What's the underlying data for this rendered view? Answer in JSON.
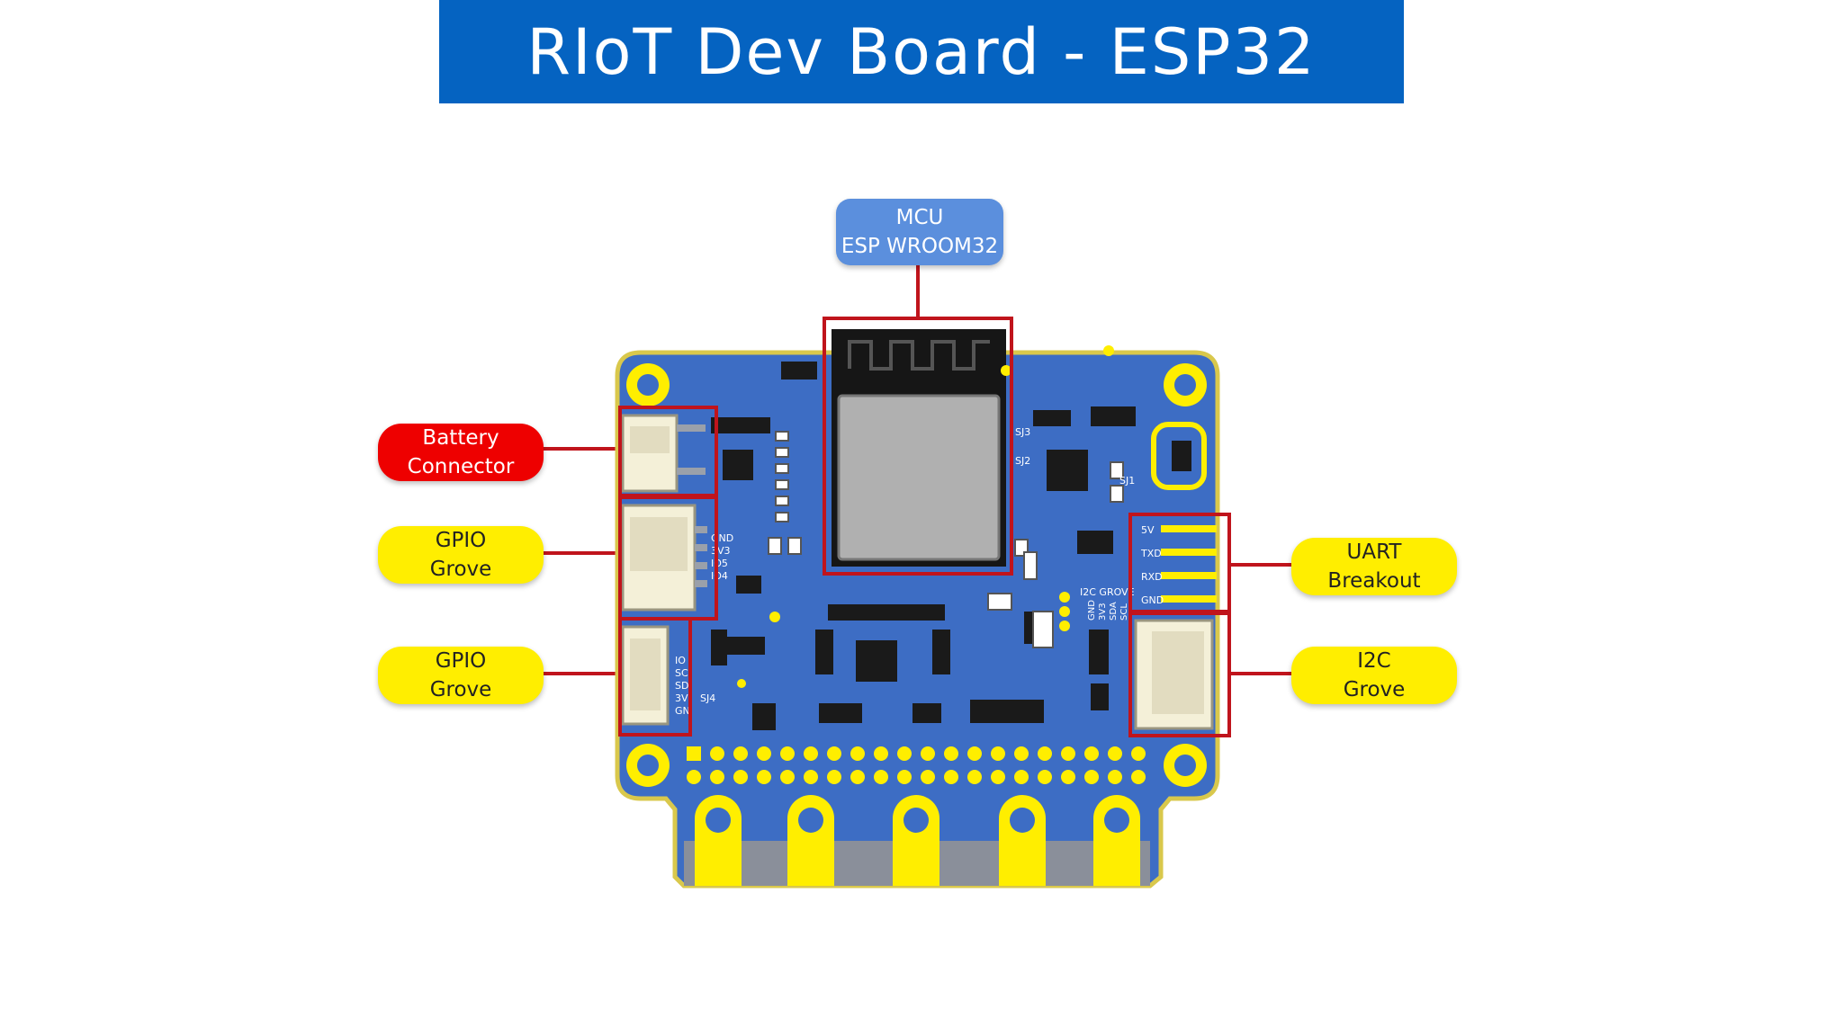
{
  "title": "RIoT Dev Board - ESP32",
  "callouts": {
    "mcu": [
      "MCU",
      "ESP WROOM32"
    ],
    "battery": [
      "Battery",
      "Connector"
    ],
    "gpio_grove_1": [
      "GPIO",
      "Grove"
    ],
    "gpio_grove_2": [
      "GPIO",
      "Grove"
    ],
    "uart": [
      "UART",
      "Breakout"
    ],
    "i2c": [
      "I2C",
      "Grove"
    ]
  },
  "board_labels": {
    "uart_pins": [
      "5V",
      "TXD",
      "RXD",
      "GND"
    ],
    "i2c_header": "I2C GROVE",
    "i2c_pins": [
      "GND",
      "3V3",
      "SDA",
      "SCL"
    ],
    "gpio_pins_top": [
      "GND",
      "3V3",
      "IO5",
      "IO4"
    ],
    "gpio_pins_bottom": [
      "IO",
      "SC",
      "SD",
      "3V",
      "GN"
    ],
    "solder_jumpers": [
      "SJ3",
      "SJ2",
      "SJ1",
      "SJ4"
    ]
  },
  "colors": {
    "title_bg": "#0563c1",
    "pcb": "#3d6dc4",
    "highlight": "#c0141c",
    "callout_yellow": "#ffee00",
    "callout_red": "#ee0000",
    "callout_blue": "#5b8fdd"
  }
}
